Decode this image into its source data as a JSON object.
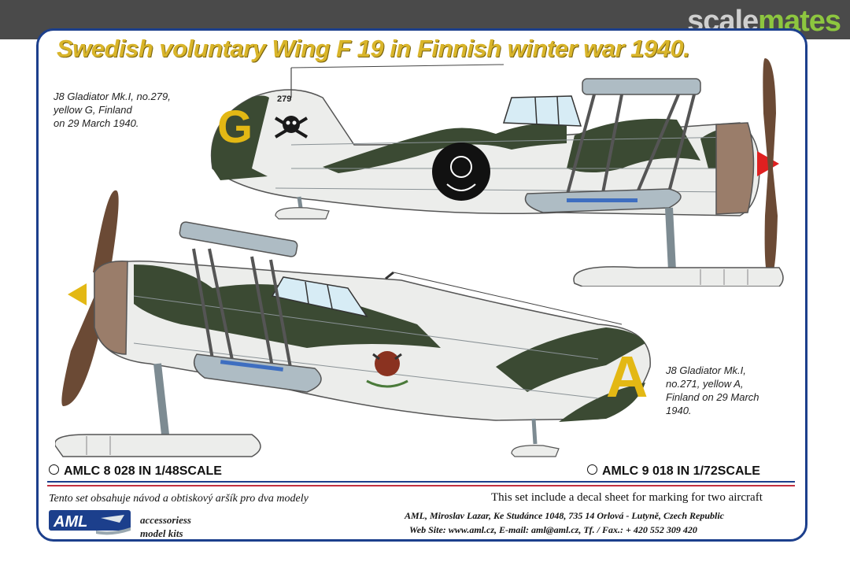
{
  "watermark": {
    "part1": "scale",
    "part2": "mates"
  },
  "title": "Swedish voluntary Wing F 19 in Finnish winter war 1940.",
  "aircraft_top": {
    "caption": [
      "J8 Gladiator Mk.I, no.279,",
      "yellow G, Finland",
      "on 29 March 1940."
    ],
    "code_letter": "G",
    "tail_marking": "279"
  },
  "aircraft_bottom": {
    "caption": [
      "J8 Gladiator Mk.I,",
      "no.271, yellow A,",
      "Finland on 29 March",
      "1940."
    ],
    "code_letter": "A"
  },
  "scale_options": [
    {
      "label": "AMLC 8 028 IN 1/48SCALE"
    },
    {
      "label": "AMLC 9 018 IN 1/72SCALE"
    }
  ],
  "notes": {
    "czech": "Tento set obsahuje návod a obtiskový aršík pro dva modely",
    "english": "This set include a decal sheet for marking for two aircraft"
  },
  "company": {
    "logo_text": "AML",
    "tagline": [
      "accessoriess",
      "model kits"
    ],
    "address": "AML, Miroslav Lazar, Ke Studánce 1048, 735 14 Orlová - Lutyně, Czech Republic",
    "contact": "Web Site: www.aml.cz, E-mail:  aml@aml.cz, Tf. / Fax.: + 420 552 309 420"
  },
  "colors": {
    "border": "#1c3f8c",
    "title_yellow": "#d9b52a",
    "camo_green": "#3b4a33",
    "camo_white": "#ecedeb",
    "metal_blue": "#aebcc4",
    "propeller_brown": "#6b4a35",
    "code_yellow": "#e3b814",
    "stripe_blue": "#1c3f8c",
    "stripe_red": "#c23040"
  }
}
